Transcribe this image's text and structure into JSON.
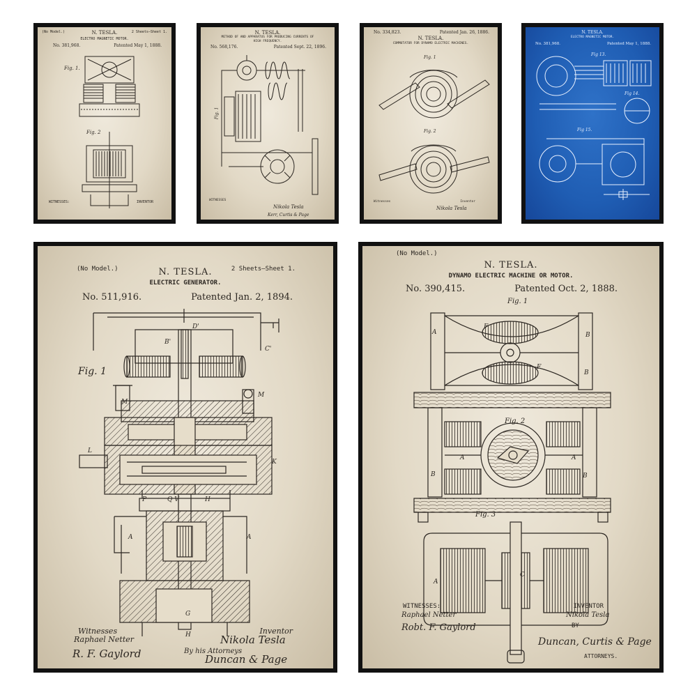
{
  "posters": {
    "p1": {
      "header_left": "(No Model.)",
      "inventor": "N. TESLA.",
      "header_right": "2 Sheets—Sheet 1.",
      "title": "ELECTRO MAGNETIC MOTOR.",
      "number": "No. 381,968.",
      "patented": "Patented May 1, 1888.",
      "fig_a": "Fig. 1.",
      "fig_b": "Fig. 2",
      "witnesses": "WITNESSES:",
      "inventor_label": "INVENTOR"
    },
    "p2": {
      "inventor": "N. TESLA.",
      "title_line1": "METHOD OF AND APPARATUS FOR PRODUCING CURRENTS OF",
      "title_line2": "HIGH FREQUENCY.",
      "number": "No. 568,176.",
      "patented": "Patented Sept. 22, 1896.",
      "fig": "Fig. 1",
      "witnesses": "WITNESSES",
      "sig_inventor": "Nikola Tesla",
      "sig_attorneys": "Kerr, Curtis & Page"
    },
    "p3": {
      "number": "No. 334,823.",
      "patented": "Patented Jan. 26, 1886.",
      "inventor": "N. TESLA.",
      "title": "COMMUTATOR FOR DYNAMO ELECTRIC MACHINES.",
      "fig_a": "Fig. 1",
      "fig_b": "Fig. 2",
      "witnesses": "Witnesses",
      "inventor_label": "Inventor",
      "sig_inventor": "Nikola Tesla"
    },
    "p4": {
      "inventor": "N. TESLA.",
      "title": "ELECTRO MAGNETIC MOTOR.",
      "number": "No. 381,968.",
      "patented": "Patented May 1, 1888.",
      "fig_a": "Fig 13.",
      "fig_b": "Fig 14.",
      "fig_c": "Fig 15."
    },
    "p5": {
      "header_left": "(No Model.)",
      "inventor": "N. TESLA.",
      "header_right": "2 Sheets—Sheet 1.",
      "title": "ELECTRIC GENERATOR.",
      "number": "No. 511,916.",
      "patented": "Patented Jan. 2, 1894.",
      "fig": "Fig. 1",
      "witnesses": "Witnesses",
      "sig_witness1": "Raphael Netter",
      "sig_witness2": "R. F. Gaylord",
      "inventor_label": "Inventor",
      "sig_inventor": "Nikola Tesla",
      "by": "By his Attorneys",
      "sig_attorneys": "Duncan & Page"
    },
    "p6": {
      "header_left": "(No Model.)",
      "inventor": "N. TESLA.",
      "title": "DYNAMO ELECTRIC MACHINE OR MOTOR.",
      "number": "No. 390,415.",
      "patented": "Patented Oct. 2, 1888.",
      "fig_a": "Fig. 1",
      "fig_b": "Fig. 2",
      "fig_c": "Fig. 3",
      "witnesses": "WITNESSES:",
      "sig_witness1": "Raphael Netter",
      "sig_witness2": "Robt. F. Gaylord",
      "inventor_label": "INVENTOR",
      "sig_inventor": "Nikola Tesla",
      "by": "BY",
      "sig_attorneys": "Duncan, Curtis & Page",
      "attorneys_label": "ATTORNEYS."
    }
  }
}
